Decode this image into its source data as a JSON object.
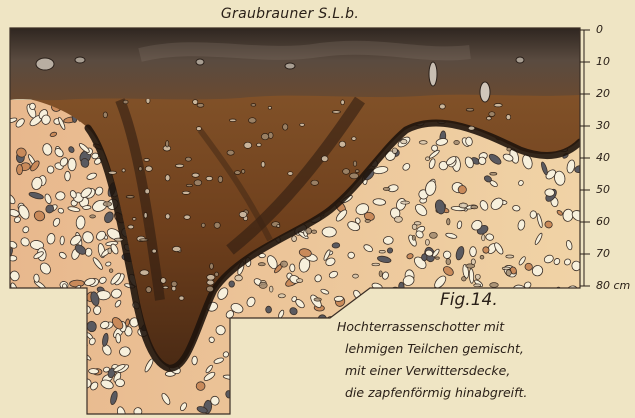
{
  "diagram": {
    "top_label": "Graubrauner S.L.b.",
    "figure_number": "Fig.14.",
    "caption_lines": [
      "Hochterrassenschotter mit",
      "lehmigen Teilchen gemischt,",
      "mit einer Verwittersdecke,",
      "die zapfenförmig hinabgreift."
    ],
    "depth_scale": {
      "ticks": [
        "0",
        "10",
        "20",
        "30",
        "40",
        "50",
        "60",
        "70",
        "80 cm"
      ]
    },
    "layers": {
      "soil": "grey-brown soil (top)",
      "weathering": "brown weathering layer",
      "gravel": "terrace gravel with loamy particles"
    },
    "colors": {
      "soil_dark": "#3a2e25",
      "soil_grey": "#5e5046",
      "weathering": "#7a4a23",
      "weathering_dark": "#2a1a10",
      "gravel_bg": "#f1d9a9",
      "gravel_bg_left": "#eab98c",
      "pebble_fill": "#f7f0dc",
      "pebble_stroke": "#3c3028",
      "paper": "#efe5c4"
    }
  }
}
